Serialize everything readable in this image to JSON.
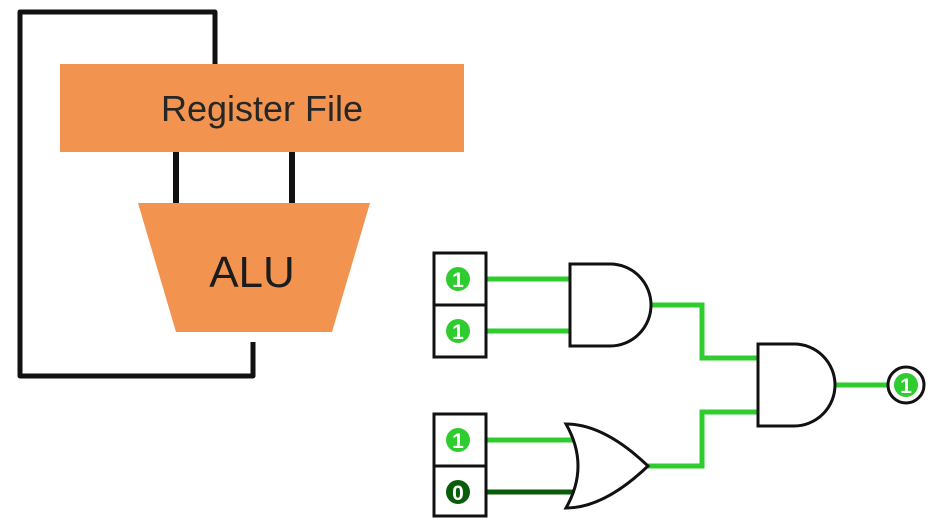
{
  "datapath": {
    "register_file_label": "Register File",
    "alu_label": "ALU",
    "block_color": "#f2944f",
    "wire_color": "#111111"
  },
  "circuit": {
    "inputs": [
      {
        "id": "a",
        "value": "1"
      },
      {
        "id": "b",
        "value": "1"
      },
      {
        "id": "c",
        "value": "1"
      },
      {
        "id": "d",
        "value": "0"
      }
    ],
    "gates": [
      "AND",
      "OR",
      "AND"
    ],
    "output": {
      "value": "1"
    },
    "active_wire_color": "#2ecc2e",
    "inactive_wire_color": "#0a5c0a"
  }
}
